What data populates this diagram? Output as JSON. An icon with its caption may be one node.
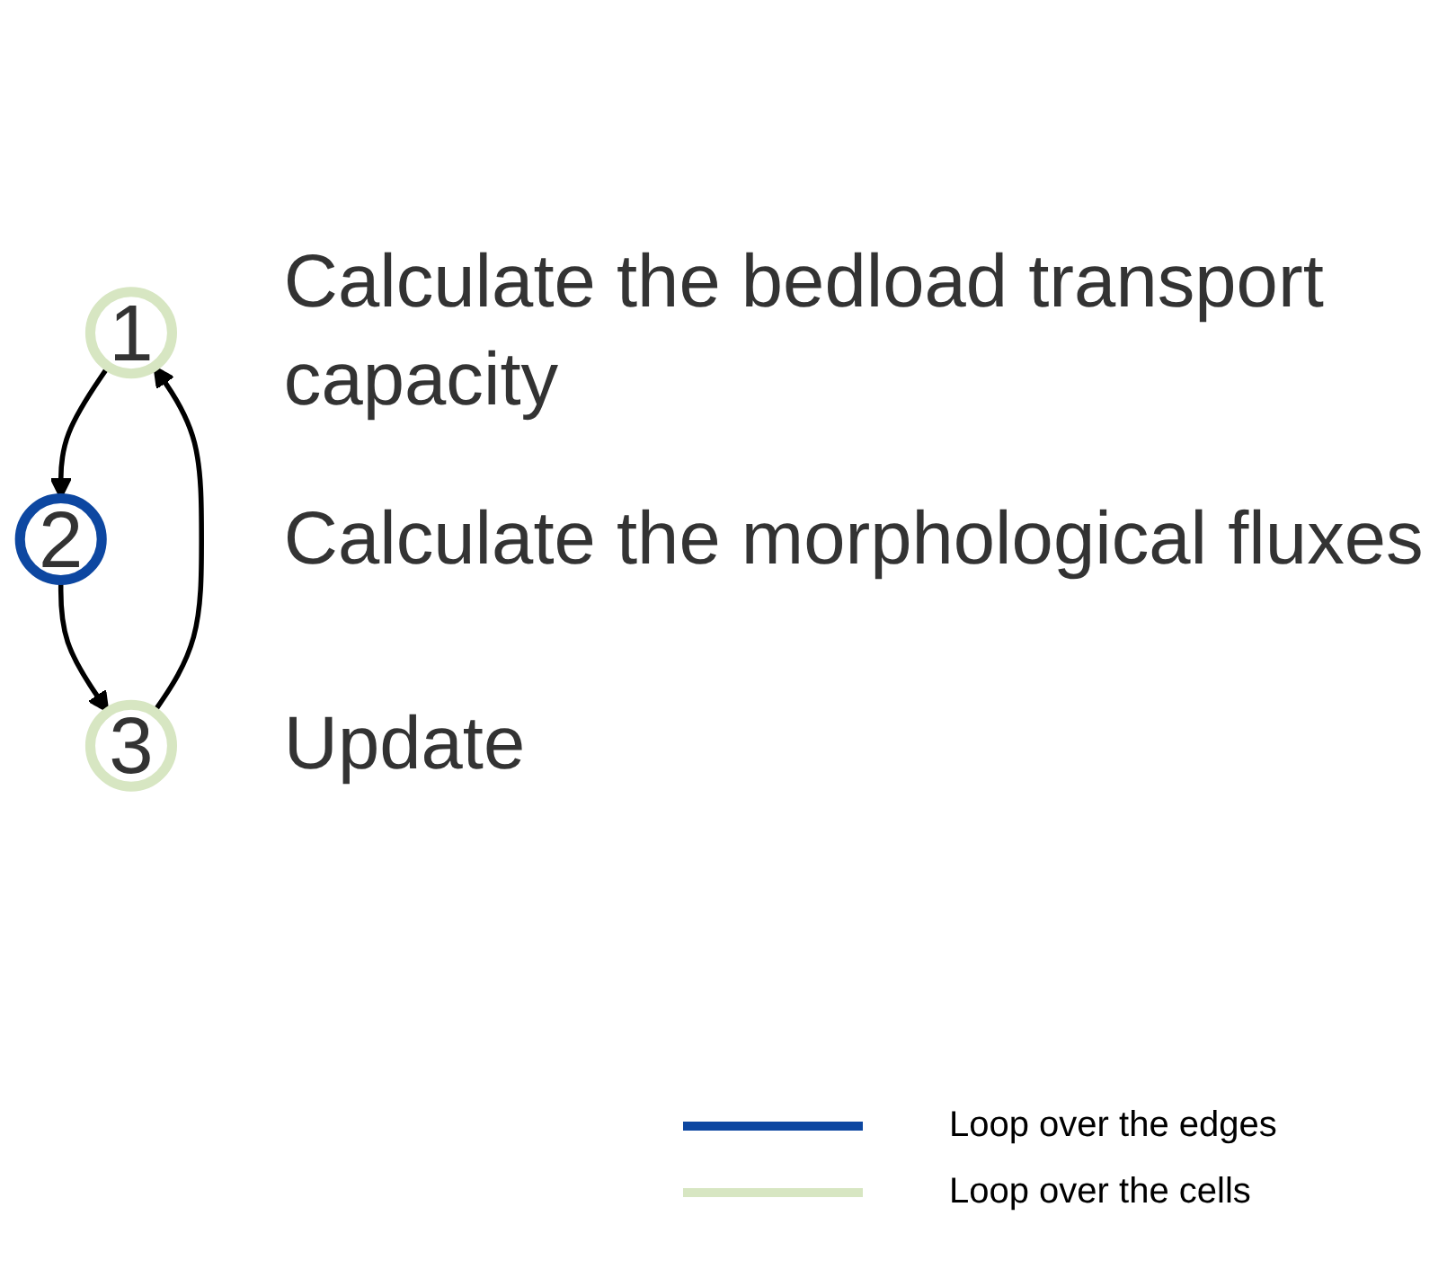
{
  "diagram": {
    "nodes": [
      {
        "text": [
          "1"
        ],
        "beside": [
          "Calculate the bedload transport capacity"
        ]
      },
      {
        "text": [
          "2"
        ],
        "beside": [
          "Calculate the morphological fluxes"
        ]
      },
      {
        "text": [
          "3"
        ],
        "beside": [
          "Update"
        ]
      }
    ],
    "edges": [
      {
        "from": 0,
        "to": 1,
        "arrow": "to"
      },
      {
        "from": 1,
        "to": 2,
        "arrow": "to"
      },
      {
        "from": 2,
        "to": 0,
        "arrow": "to"
      }
    ],
    "legend": [
      {
        "text": "Loop over the edges",
        "color": "#0d47a1"
      },
      {
        "text": "Loop over the cells",
        "color": "#d7e6c2"
      }
    ]
  }
}
